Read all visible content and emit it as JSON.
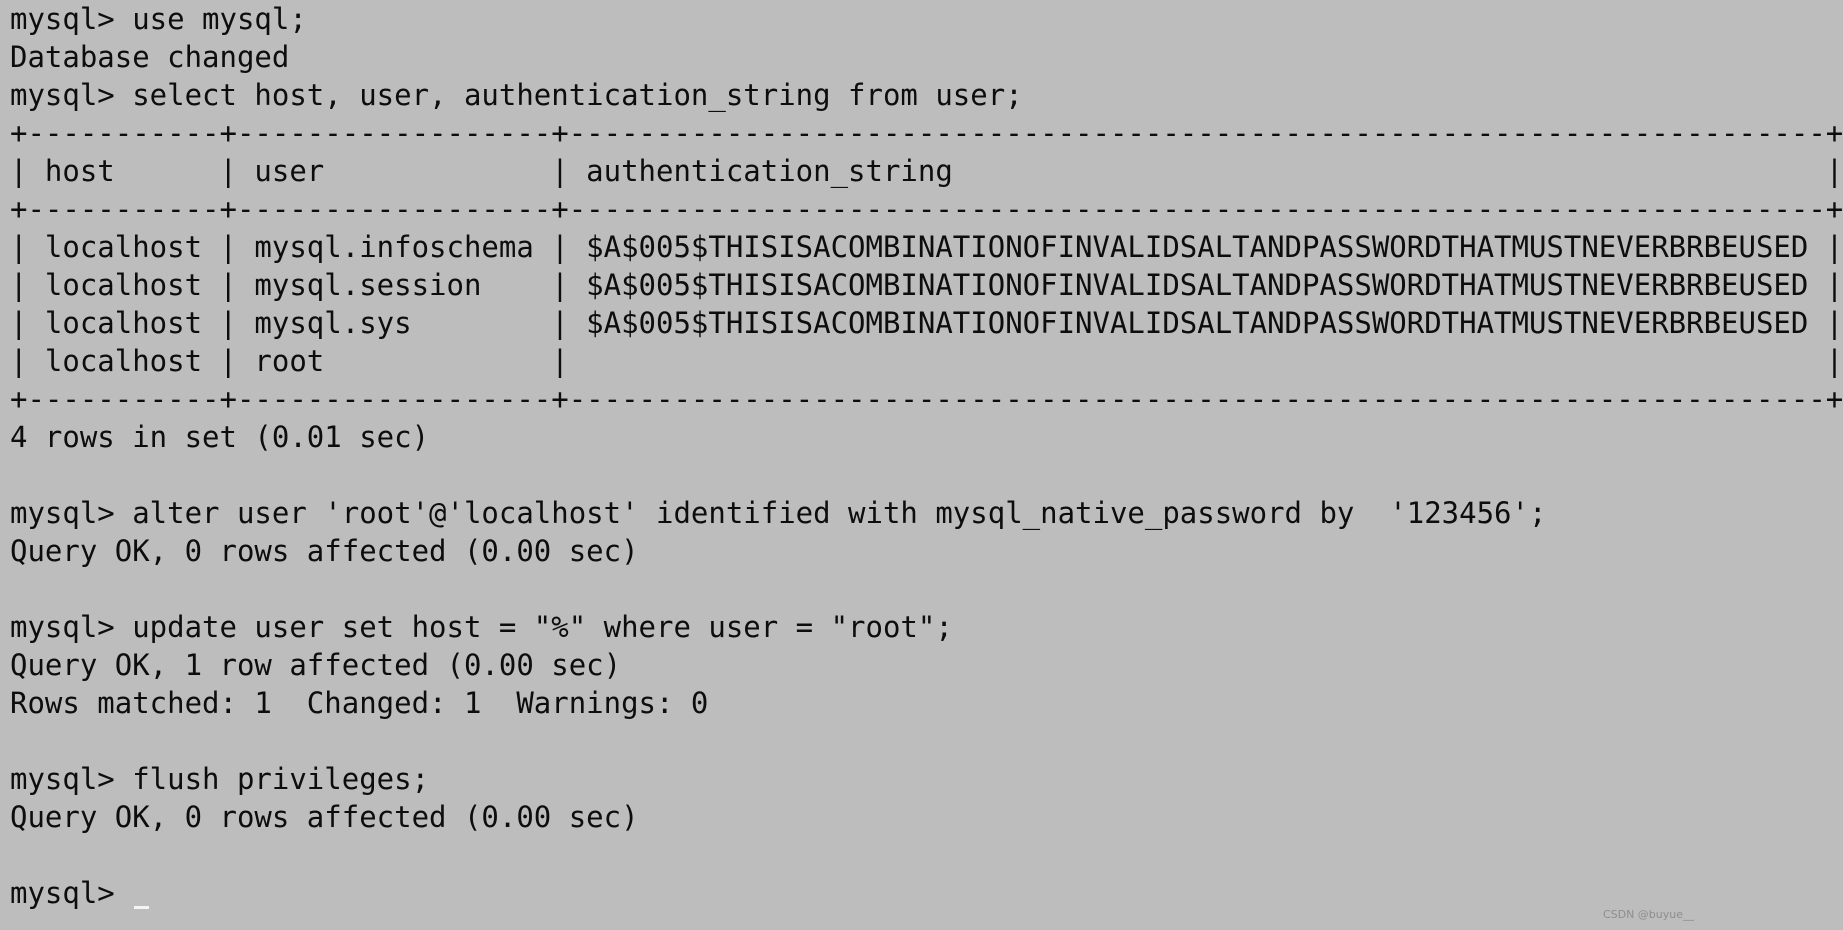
{
  "terminal": {
    "colors": {
      "background": "#bdbdbd",
      "text": "#0d0d0d",
      "cursor": "#f4f4f4",
      "watermark": "#8e8e8e"
    },
    "lines": [
      "mysql> use mysql;",
      "Database changed",
      "mysql> select host, user, authentication_string from user;",
      "+-----------+------------------+------------------------------------------------------------------------+",
      "| host      | user             | authentication_string                                                  |",
      "+-----------+------------------+------------------------------------------------------------------------+",
      "| localhost | mysql.infoschema | $A$005$THISISACOMBINATIONOFINVALIDSALTANDPASSWORDTHATMUSTNEVERBRBEUSED |",
      "| localhost | mysql.session    | $A$005$THISISACOMBINATIONOFINVALIDSALTANDPASSWORDTHATMUSTNEVERBRBEUSED |",
      "| localhost | mysql.sys        | $A$005$THISISACOMBINATIONOFINVALIDSALTANDPASSWORDTHATMUSTNEVERBRBEUSED |",
      "| localhost | root             |                                                                        |",
      "+-----------+------------------+------------------------------------------------------------------------+",
      "4 rows in set (0.01 sec)",
      "",
      "mysql> alter user 'root'@'localhost' identified with mysql_native_password by  '123456';",
      "Query OK, 0 rows affected (0.00 sec)",
      "",
      "mysql> update user set host = \"%\" where user = \"root\";",
      "Query OK, 1 row affected (0.00 sec)",
      "Rows matched: 1  Changed: 1  Warnings: 0",
      "",
      "mysql> flush privileges;",
      "Query OK, 0 rows affected (0.00 sec)",
      ""
    ],
    "prompt": "mysql> ",
    "watermark": "CSDN @buyue__"
  }
}
